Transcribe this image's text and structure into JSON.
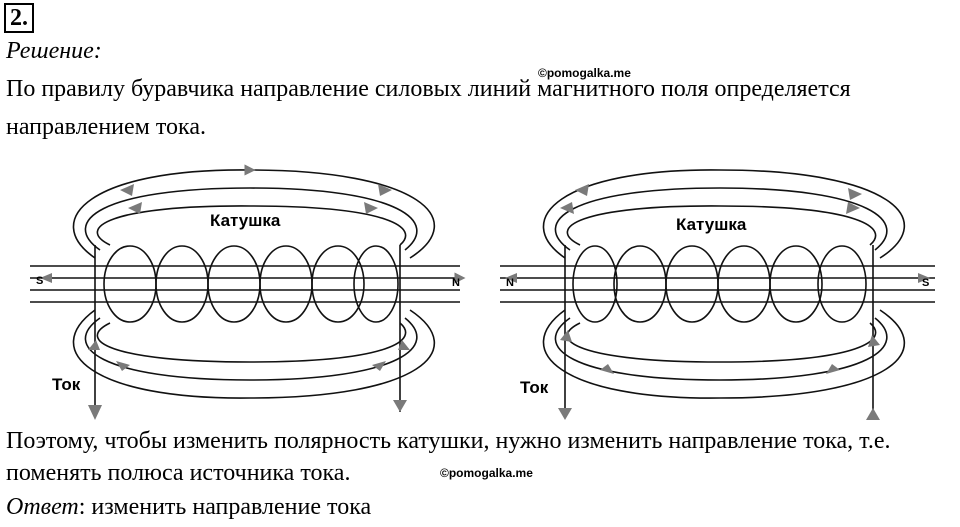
{
  "problem": {
    "number": "2."
  },
  "solution": {
    "heading": "Решение:",
    "line1": "По правилу буравчика направление силовых линий магнитного поля определяется",
    "line2": "направлением тока.",
    "line3": "Поэтому, чтобы изменить полярность катушки, нужно изменить направление тока, т.е.",
    "line4": "поменять полюса источника тока."
  },
  "watermark": {
    "text": "©pomogalka.me"
  },
  "figure": {
    "left": {
      "coil_label": "Катушка",
      "current_label": "Ток",
      "pole_left": "S",
      "pole_right": "N"
    },
    "right": {
      "coil_label": "Катушка",
      "current_label": "Ток",
      "pole_left": "N",
      "pole_right": "S"
    }
  },
  "answer": {
    "label": "Ответ",
    "text": ": изменить направление тока"
  },
  "colors": {
    "arrow": "#7a7a7a",
    "lines": "#111111"
  }
}
